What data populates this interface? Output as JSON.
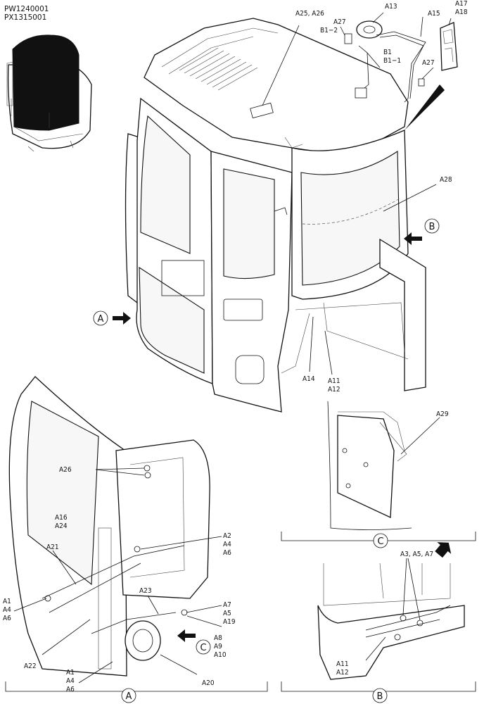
{
  "part_codes": [
    "PW1240001",
    "PX1315001"
  ],
  "callouts": {
    "a25_a26": "A25, A26",
    "a27_top": "A27",
    "a13": "A13",
    "a15": "A15",
    "a17": "A17",
    "a18": "A18",
    "b1_2": "B1−2",
    "b1": "B1",
    "b1_1": "B1−1",
    "a27_right": "A27",
    "a28": "A28",
    "a14": "A14",
    "a11_top": "A11",
    "a12_top": "A12",
    "a29": "A29",
    "a26": "A26",
    "a16": "A16",
    "a24": "A24",
    "a21": "A21",
    "a2": "A2",
    "a4_r": "A4",
    "a6_r": "A6",
    "a1_l": "A1",
    "a4_l": "A4",
    "a6_l": "A6",
    "a23": "A23",
    "a7": "A7",
    "a5": "A5",
    "a19": "A19",
    "a8": "A8",
    "a9": "A9",
    "a10": "A10",
    "a22": "A22",
    "a1_b": "A1",
    "a4_b": "A4",
    "a6_b": "A6",
    "a20": "A20",
    "a3_a5_a7": "A3, A5, A7",
    "a11_b": "A11",
    "a12_b": "A12"
  },
  "view_markers": {
    "a_main": "A",
    "b_main": "B",
    "c_inset": "C",
    "c_detail": "C",
    "a_detail": "A",
    "b_detail": "B"
  }
}
